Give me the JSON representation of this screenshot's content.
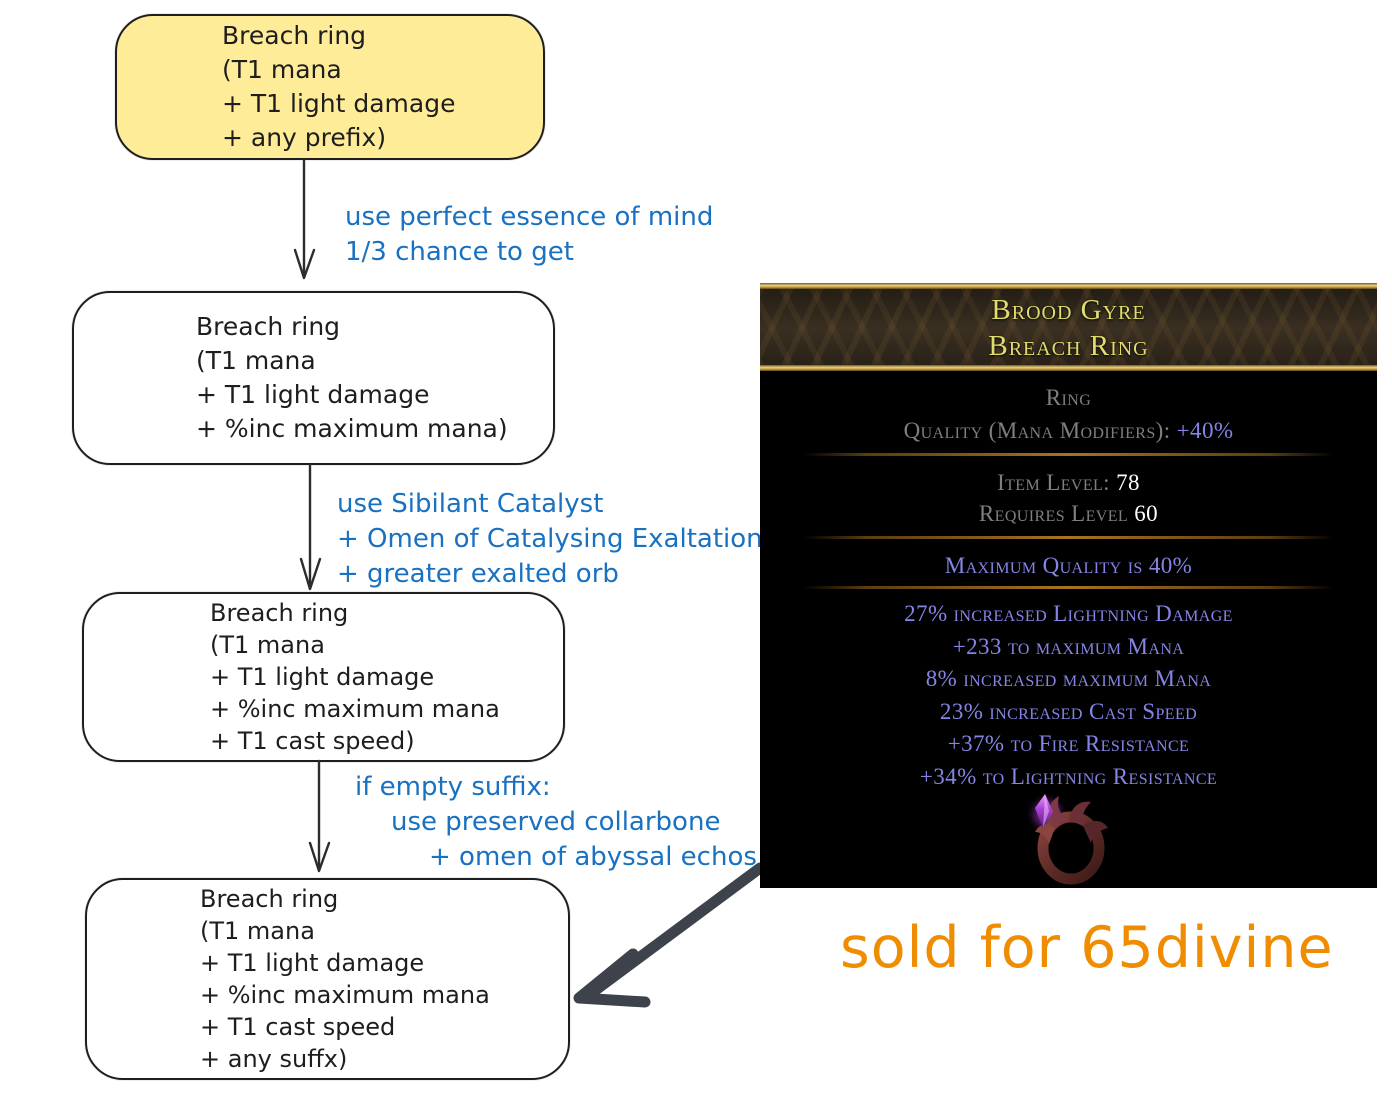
{
  "flowchart": {
    "box1": {
      "lines": [
        "Breach ring",
        "(T1 mana",
        "+ T1 light damage",
        "+ any prefix)"
      ]
    },
    "box2": {
      "lines": [
        "Breach ring",
        "(T1 mana",
        "+ T1 light damage",
        "+ %inc maximum mana)"
      ]
    },
    "box3": {
      "lines": [
        "Breach ring",
        "(T1 mana",
        "+ T1 light damage",
        "+ %inc maximum mana",
        "+ T1 cast speed)"
      ]
    },
    "box4": {
      "lines": [
        "Breach ring",
        "(T1 mana",
        "+ T1 light damage",
        "+ %inc maximum mana",
        "+ T1 cast speed",
        "+ any suffx)"
      ]
    },
    "step1": {
      "lines": [
        "use perfect essence of mind",
        "1/3 chance to get"
      ]
    },
    "step2": {
      "lines": [
        "use Sibilant Catalyst",
        "+ Omen of Catalysing Exaltation",
        "+ greater exalted orb"
      ]
    },
    "step3": {
      "lines": [
        "if empty suffix:",
        "use preserved collarbone",
        "+ omen of abyssal echos"
      ]
    }
  },
  "tooltip": {
    "name_top": "Brood Gyre",
    "name_bottom": "Breach Ring",
    "item_class": "Ring",
    "quality_label": "Quality (Mana Modifiers): ",
    "quality_value": "+40%",
    "item_level_label": "Item Level: ",
    "item_level_value": "78",
    "requires_label": "Requires Level ",
    "requires_value": "60",
    "max_quality": "Maximum Quality is 40%",
    "mods": [
      "27% increased Lightning Damage",
      "+233 to maximum Mana",
      "8% increased maximum Mana",
      "23% increased Cast Speed",
      "+37% to Fire Resistance",
      "+34% to Lightning Resistance"
    ],
    "icon_name": "breach-ring-icon"
  },
  "annotation": {
    "sold": "sold for 65divine"
  },
  "colors": {
    "highlight_box_fill": "#ffec99",
    "ink": "#1e1e1e",
    "step_blue": "#1971c2",
    "annotation_orange": "#f08c00",
    "big_arrow_gray": "#3d424b",
    "item_name_yellow": "#e0dd6e",
    "magic_mod_blue": "#8585e6",
    "tooltip_gray": "#7f7f7f",
    "gold_border": "#c9a84e"
  }
}
